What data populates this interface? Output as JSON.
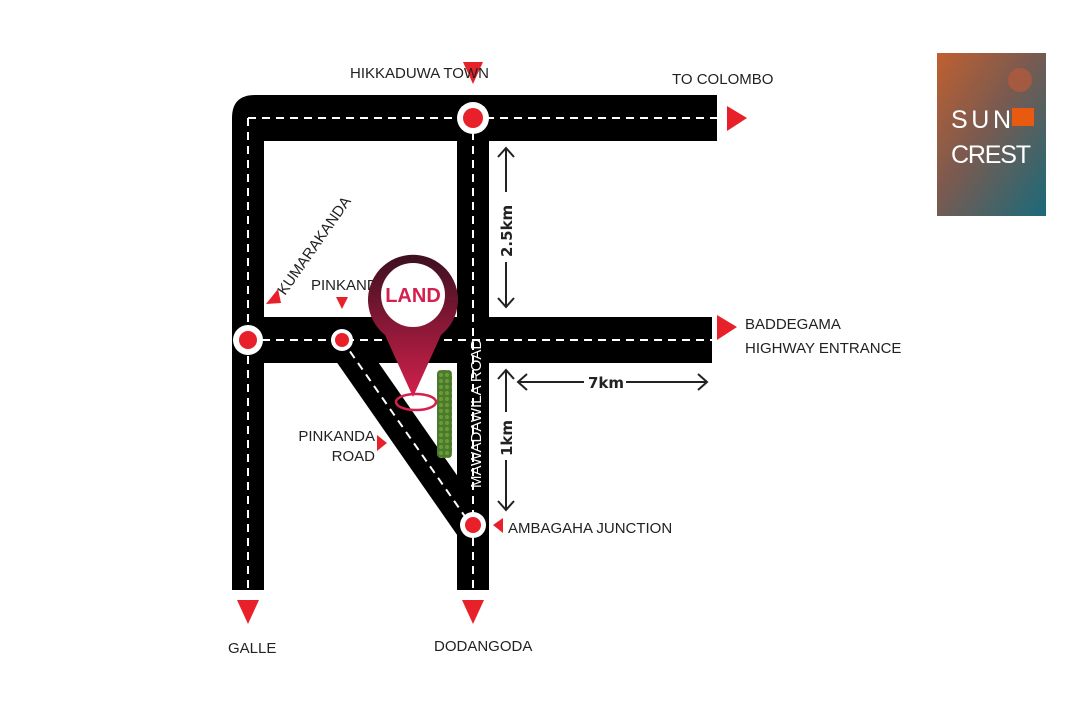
{
  "labels": {
    "hikkaduwa_town": "HIKKADUWA TOWN",
    "to_colombo": "TO COLOMBO",
    "kumarakanda": "KUMARAKANDA",
    "pinkanda": "PINKANDA",
    "baddegama_line1": "BADDEGAMA",
    "baddegama_line2": "HIGHWAY  ENTRANCE",
    "pinkanda_road_line1": "PINKANDA",
    "pinkanda_road_line2": "ROAD",
    "mawadawila_road": "MAWADAWILA ROAD",
    "ambagaha_junction": "AMBAGAHA JUNCTION",
    "galle": "GALLE",
    "dodangoda": "DODANGODA"
  },
  "distances": {
    "north": "2.5km",
    "south": "1km",
    "east": "7km"
  },
  "pin": {
    "label": "LAND"
  },
  "logo": {
    "line1": "SUN",
    "line2": "CREST"
  },
  "colors": {
    "road": "#000000",
    "marker": "#e8202a",
    "pin_top": "#3c1020",
    "pin_bottom": "#d4204c",
    "trees": "#4a7a2a"
  }
}
